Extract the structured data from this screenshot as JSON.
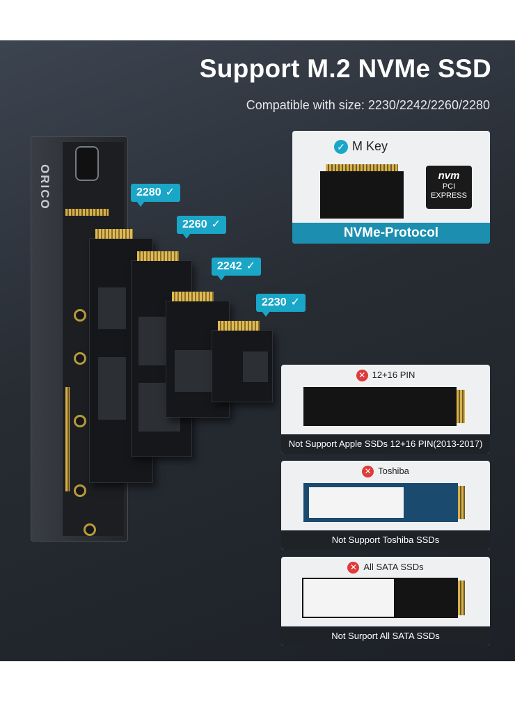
{
  "header": {
    "title": "Support M.2 NVMe SSD",
    "subtitle": "Compatible with size: 2230/2242/2260/2280"
  },
  "enclosure": {
    "brand": "ORICO"
  },
  "ssd_sizes": [
    {
      "label": "2280"
    },
    {
      "label": "2260"
    },
    {
      "label": "2242"
    },
    {
      "label": "2230"
    }
  ],
  "check_glyph": "✓",
  "cross_glyph": "✕",
  "mkey_panel": {
    "heading": "M Key",
    "footer": "NVMe-Protocol",
    "logo_line1": "nvm",
    "logo_line2": "PCI",
    "logo_line3": "EXPRESS"
  },
  "unsupported": [
    {
      "heading": "12+16 PIN",
      "footer": "Not Support Apple SSDs 12+16 PIN(2013-2017)"
    },
    {
      "heading": "Toshiba",
      "footer": "Not Support Toshiba SSDs"
    },
    {
      "heading": "All SATA SSDs",
      "footer": "Not Surport All SATA SSDs"
    }
  ],
  "colors": {
    "accent": "#1aa6c7",
    "error": "#e03a3a",
    "background": "#272c33"
  }
}
